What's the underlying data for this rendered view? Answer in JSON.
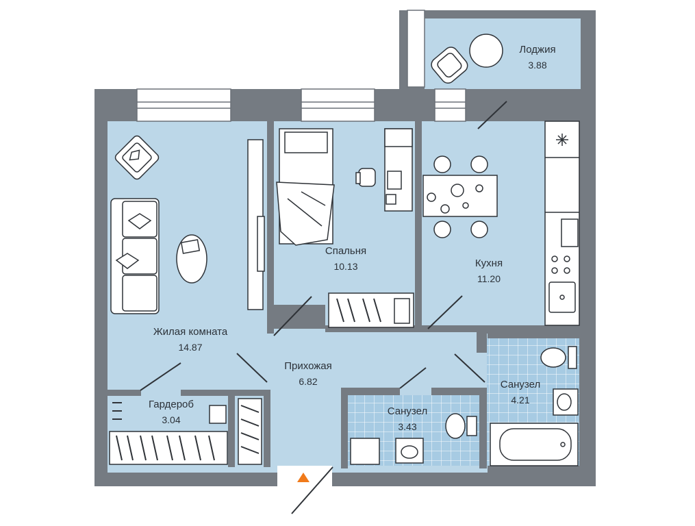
{
  "colors": {
    "wall": "#757b82",
    "room_fill": "#bcd7e8",
    "bath_tile": "#a7cbe3",
    "furniture": "#ffffff",
    "line": "#2f3338",
    "entry_marker": "#f07a1a"
  },
  "rooms": {
    "loggia": {
      "name": "Лоджия",
      "area": "3.88"
    },
    "bedroom": {
      "name": "Спальня",
      "area": "10.13"
    },
    "kitchen": {
      "name": "Кухня",
      "area": "11.20"
    },
    "living": {
      "name": "Жилая комната",
      "area": "14.87"
    },
    "hallway": {
      "name": "Прихожая",
      "area": "6.82"
    },
    "wardrobe": {
      "name": "Гардероб",
      "area": "3.04"
    },
    "bathroom_small": {
      "name": "Санузел",
      "area": "3.43"
    },
    "bathroom_large": {
      "name": "Санузел",
      "area": "4.21"
    }
  }
}
